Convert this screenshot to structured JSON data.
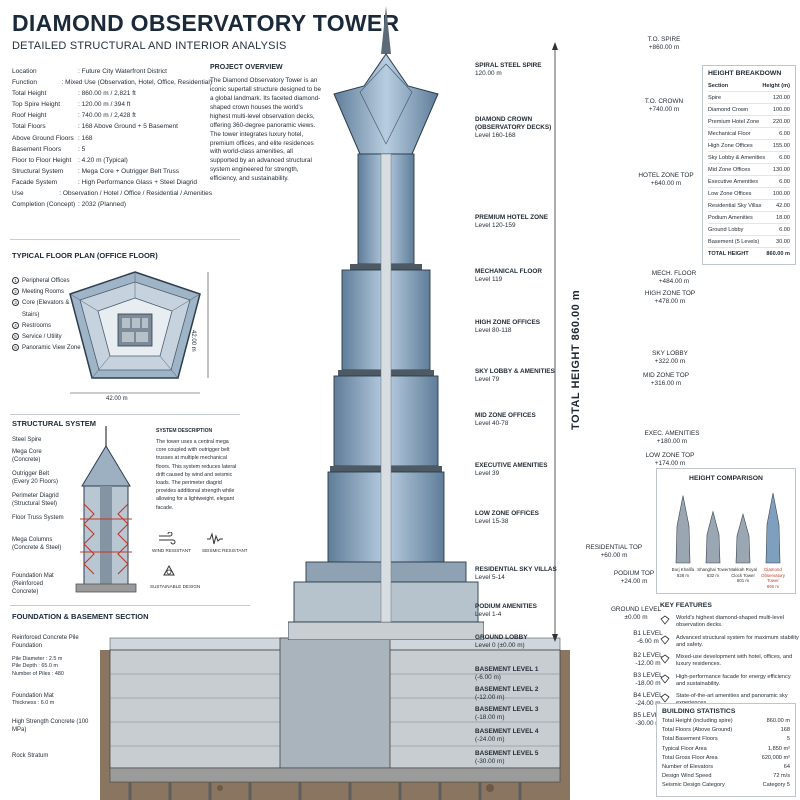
{
  "title": "DIAMOND OBSERVATORY TOWER",
  "subtitle": "DETAILED STRUCTURAL AND INTERIOR ANALYSIS",
  "specs": [
    {
      "key": "Location",
      "value": ": Future City Waterfront District"
    },
    {
      "key": "Function",
      "value": ": Mixed Use (Observation, Hotel, Office, Residential)"
    },
    {
      "key": "Total Height",
      "value": ": 860.00 m / 2,821 ft"
    },
    {
      "key": "Top Spire Height",
      "value": ": 120.00 m / 394 ft"
    },
    {
      "key": "Roof Height",
      "value": ": 740.00 m / 2,428 ft"
    },
    {
      "key": "Total Floors",
      "value": ": 168 Above Ground + 5 Basement"
    },
    {
      "key": "Above Ground Floors",
      "value": ": 168"
    },
    {
      "key": "Basement Floors",
      "value": ": 5"
    },
    {
      "key": "Floor to Floor Height",
      "value": ": 4.20 m (Typical)"
    },
    {
      "key": "Structural System",
      "value": ": Mega Core + Outrigger Belt Truss"
    },
    {
      "key": "Facade System",
      "value": ": High Performance Glass + Steel Diagrid"
    },
    {
      "key": "Use",
      "value": ": Observation / Hotel / Office / Residential / Amenities"
    },
    {
      "key": "Completion (Concept)",
      "value": ": 2032 (Planned)"
    }
  ],
  "overview": {
    "heading": "PROJECT OVERVIEW",
    "text": "The Diamond Observatory Tower is an iconic supertall structure designed to be a global landmark. Its faceted diamond-shaped crown houses the world's highest multi-level observation decks, offering 360-degree panoramic views. The tower integrates luxury hotel, premium offices, and elite residences with world-class amenities, all supported by an advanced structural system engineered for strength, efficiency, and sustainability."
  },
  "floor_plan": {
    "heading": "TYPICAL FLOOR PLAN (OFFICE FLOOR)",
    "legend": [
      "Peripheral Offices",
      "Meeting Rooms",
      "Core (Elevators & Stairs)",
      "Restrooms",
      "Service / Utility",
      "Panoramic View Zone"
    ],
    "dim_h": "42.00 m",
    "dim_v": "42.00 m"
  },
  "structural": {
    "heading": "STRUCTURAL SYSTEM",
    "labels": [
      "Steel Spire",
      "Mega Core (Concrete)",
      "Outrigger Belt (Every 20 Floors)",
      "Perimeter Diagrid (Structural Steel)",
      "Floor Truss System",
      "Mega Columns (Concrete & Steel)",
      "Foundation Mat (Reinforced Concrete)"
    ],
    "desc_heading": "SYSTEM DESCRIPTION",
    "desc_text": "The tower uses a central mega core coupled with outrigger belt trusses at multiple mechanical floors. This system reduces lateral drift caused by wind and seismic loads. The perimeter diagrid provides additional strength while allowing for a lightweight, elegant facade.",
    "badges": [
      "WIND RESISTANT",
      "SEISMIC RESISTANT",
      "SUSTAINABLE DESIGN"
    ]
  },
  "foundation": {
    "heading": "FOUNDATION & BASEMENT SECTION",
    "labels": [
      {
        "title": "Reinforced Concrete Pile Foundation",
        "lines": []
      },
      {
        "title": "",
        "lines": [
          "Pile Diameter : 2.5 m",
          "Pile Depth : 65.0 m",
          "Number of Piles : 480"
        ]
      },
      {
        "title": "Foundation Mat",
        "lines": [
          "Thickness : 6.0 m"
        ]
      },
      {
        "title": "High Strength Concrete (100 MPa)",
        "lines": []
      },
      {
        "title": "Rock Stratum",
        "lines": []
      }
    ]
  },
  "zones": [
    {
      "name": "SPIRAL STEEL SPIRE",
      "level": "120.00 m"
    },
    {
      "name": "DIAMOND CROWN (OBSERVATORY DECKS)",
      "level": "Level 160-168"
    },
    {
      "name": "PREMIUM HOTEL ZONE",
      "level": "Level 120-159"
    },
    {
      "name": "MECHANICAL FLOOR",
      "level": "Level 119"
    },
    {
      "name": "HIGH ZONE OFFICES",
      "level": "Level 80-118"
    },
    {
      "name": "SKY LOBBY & AMENITIES",
      "level": "Level 79"
    },
    {
      "name": "MID ZONE OFFICES",
      "level": "Level 40-78"
    },
    {
      "name": "EXECUTIVE AMENITIES",
      "level": "Level 39"
    },
    {
      "name": "LOW ZONE OFFICES",
      "level": "Level 15-38"
    },
    {
      "name": "RESIDENTIAL SKY VILLAS",
      "level": "Level 5-14"
    },
    {
      "name": "PODIUM AMENITIES",
      "level": "Level 1-4"
    },
    {
      "name": "GROUND LOBBY",
      "level": "Level 0 (±0.00 m)"
    },
    {
      "name": "BASEMENT LEVEL 1",
      "level": "(-6.00 m)"
    },
    {
      "name": "BASEMENT LEVEL 2",
      "level": "(-12.00 m)"
    },
    {
      "name": "BASEMENT LEVEL 3",
      "level": "(-18.00 m)"
    },
    {
      "name": "BASEMENT LEVEL 4",
      "level": "(-24.00 m)"
    },
    {
      "name": "BASEMENT LEVEL 5",
      "level": "(-30.00 m)"
    }
  ],
  "total_height_label": "TOTAL HEIGHT 860.00 m",
  "elevation_marks": [
    {
      "name": "T.O. SPIRE",
      "value": "+860.00 m"
    },
    {
      "name": "T.O. CROWN",
      "value": "+740.00 m"
    },
    {
      "name": "HOTEL ZONE TOP",
      "value": "+640.00 m"
    },
    {
      "name": "MECH. FLOOR",
      "value": "+484.00 m"
    },
    {
      "name": "HIGH ZONE TOP",
      "value": "+478.00 m"
    },
    {
      "name": "SKY LOBBY",
      "value": "+322.00 m"
    },
    {
      "name": "MID ZONE TOP",
      "value": "+316.00 m"
    },
    {
      "name": "EXEC. AMENITIES",
      "value": "+180.00 m"
    },
    {
      "name": "LOW ZONE TOP",
      "value": "+174.00 m"
    },
    {
      "name": "RESIDENTIAL TOP",
      "value": "+60.00 m"
    },
    {
      "name": "PODIUM TOP",
      "value": "+24.00 m"
    },
    {
      "name": "GROUND LEVEL",
      "value": "±0.00 m"
    },
    {
      "name": "B1 LEVEL",
      "value": "-6.00 m"
    },
    {
      "name": "B2 LEVEL",
      "value": "-12.00 m"
    },
    {
      "name": "B3 LEVEL",
      "value": "-18.00 m"
    },
    {
      "name": "B4 LEVEL",
      "value": "-24.00 m"
    },
    {
      "name": "B5 LEVEL",
      "value": "-30.00 m"
    }
  ],
  "height_breakdown": {
    "heading": "HEIGHT BREAKDOWN",
    "col1": "Section",
    "col2": "Height (m)",
    "rows": [
      {
        "name": "Spire",
        "value": "120.00"
      },
      {
        "name": "Diamond Crown",
        "value": "100.00"
      },
      {
        "name": "Premium Hotel Zone",
        "value": "220.00"
      },
      {
        "name": "Mechanical Floor",
        "value": "6.00"
      },
      {
        "name": "High Zone Offices",
        "value": "155.00"
      },
      {
        "name": "Sky Lobby & Amenities",
        "value": "6.00"
      },
      {
        "name": "Mid Zone Offices",
        "value": "130.00"
      },
      {
        "name": "Executive Amenities",
        "value": "6.00"
      },
      {
        "name": "Low Zone Offices",
        "value": "100.00"
      },
      {
        "name": "Residential Sky Villas",
        "value": "42.00"
      },
      {
        "name": "Podium Amenities",
        "value": "18.00"
      },
      {
        "name": "Ground Lobby",
        "value": "6.00"
      },
      {
        "name": "Basement (5 Levels)",
        "value": "30.00"
      }
    ],
    "total_name": "TOTAL HEIGHT",
    "total_value": "860.00 m"
  },
  "comparison": {
    "heading": "HEIGHT COMPARISON",
    "towers": [
      {
        "name": "Burj Khalifa",
        "height": "828 m"
      },
      {
        "name": "Shanghai Tower",
        "height": "632 m"
      },
      {
        "name": "Makkah Royal Clock Tower",
        "height": "601 m"
      },
      {
        "name": "Diamond Observatory Tower",
        "height": "860 m"
      }
    ],
    "highlight_color": "#c0392b"
  },
  "features": {
    "heading": "KEY FEATURES",
    "items": [
      {
        "icon": "diamond-icon",
        "text": "World's highest diamond-shaped multi-level observation decks."
      },
      {
        "icon": "structure-icon",
        "text": "Advanced structural system for maximum stability and safety."
      },
      {
        "icon": "building-icon",
        "text": "Mixed-use development with hotel, offices, and luxury residences."
      },
      {
        "icon": "leaf-icon",
        "text": "High-performance facade for energy efficiency and sustainability."
      },
      {
        "icon": "star-icon",
        "text": "State-of-the-art amenities and panoramic sky experiences."
      }
    ]
  },
  "statistics": {
    "heading": "BUILDING STATISTICS",
    "rows": [
      {
        "name": "Total Height (including spire)",
        "value": "860.00 m"
      },
      {
        "name": "Total Floors (Above Ground)",
        "value": "168"
      },
      {
        "name": "Total Basement Floors",
        "value": "5"
      },
      {
        "name": "Typical Floor Area",
        "value": "1,850 m²"
      },
      {
        "name": "Total Gross Floor Area",
        "value": "620,000 m²"
      },
      {
        "name": "Number of Elevators",
        "value": "64"
      },
      {
        "name": "Design Wind Speed",
        "value": "72 m/s"
      },
      {
        "name": "Seismic Design Category",
        "value": "Category 5"
      }
    ]
  }
}
